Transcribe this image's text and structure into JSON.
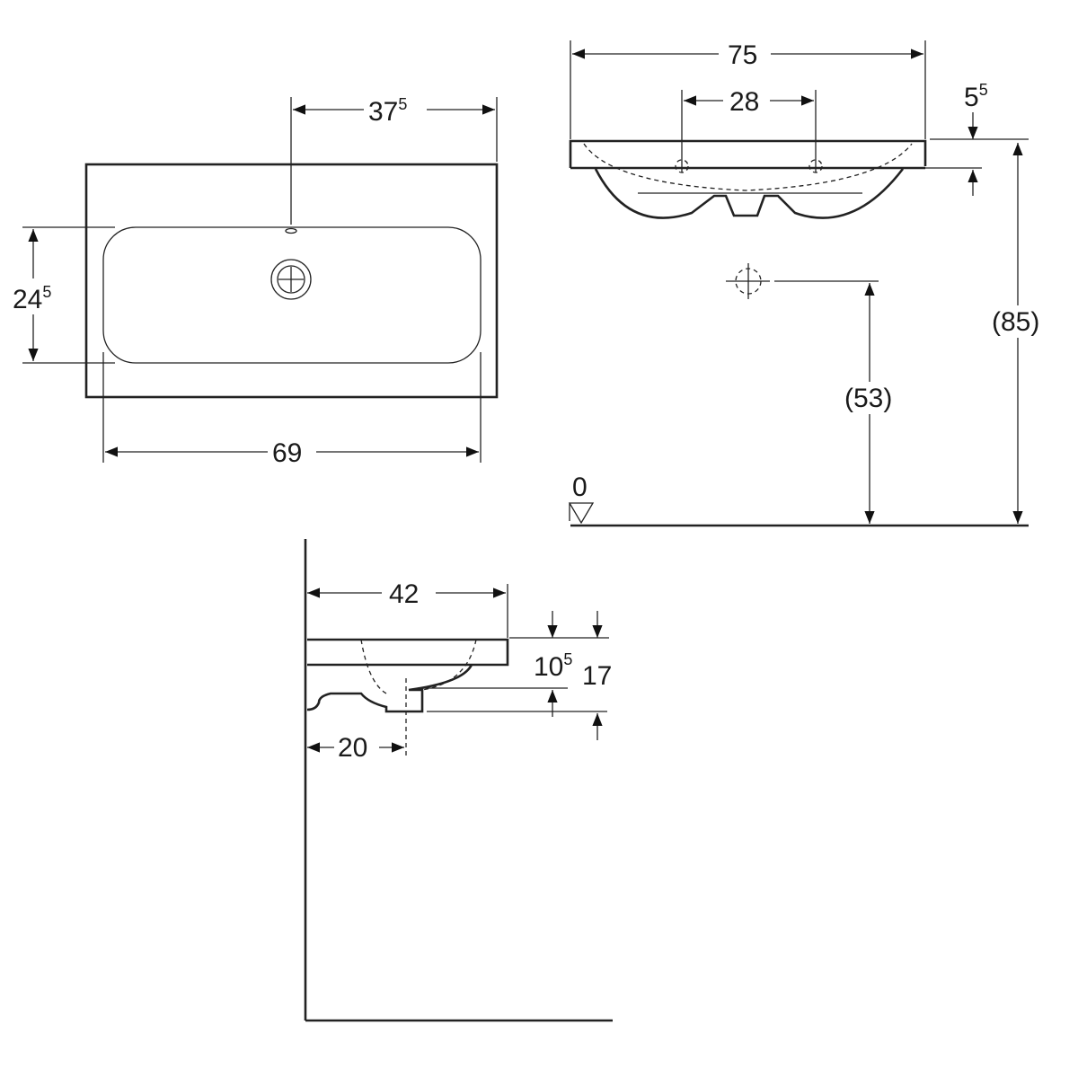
{
  "top_view": {
    "dim_tap_offset": {
      "main": "37",
      "sup": "5"
    },
    "dim_basin_depth": {
      "main": "24",
      "sup": "5"
    },
    "dim_basin_width": "69"
  },
  "front_view": {
    "dim_total_width": "75",
    "dim_tap_spacing": "28",
    "dim_rim_height": {
      "main": "5",
      "sup": "5"
    },
    "dim_total_height": "(85)",
    "dim_waste_height": "(53)",
    "floor_level": "0"
  },
  "side_view": {
    "dim_depth": "42",
    "dim_bowl_height": {
      "main": "10",
      "sup": "5"
    },
    "dim_total_height": "17",
    "dim_waste_offset": "20"
  },
  "colors": {
    "line": "#222222",
    "background": "#ffffff"
  }
}
